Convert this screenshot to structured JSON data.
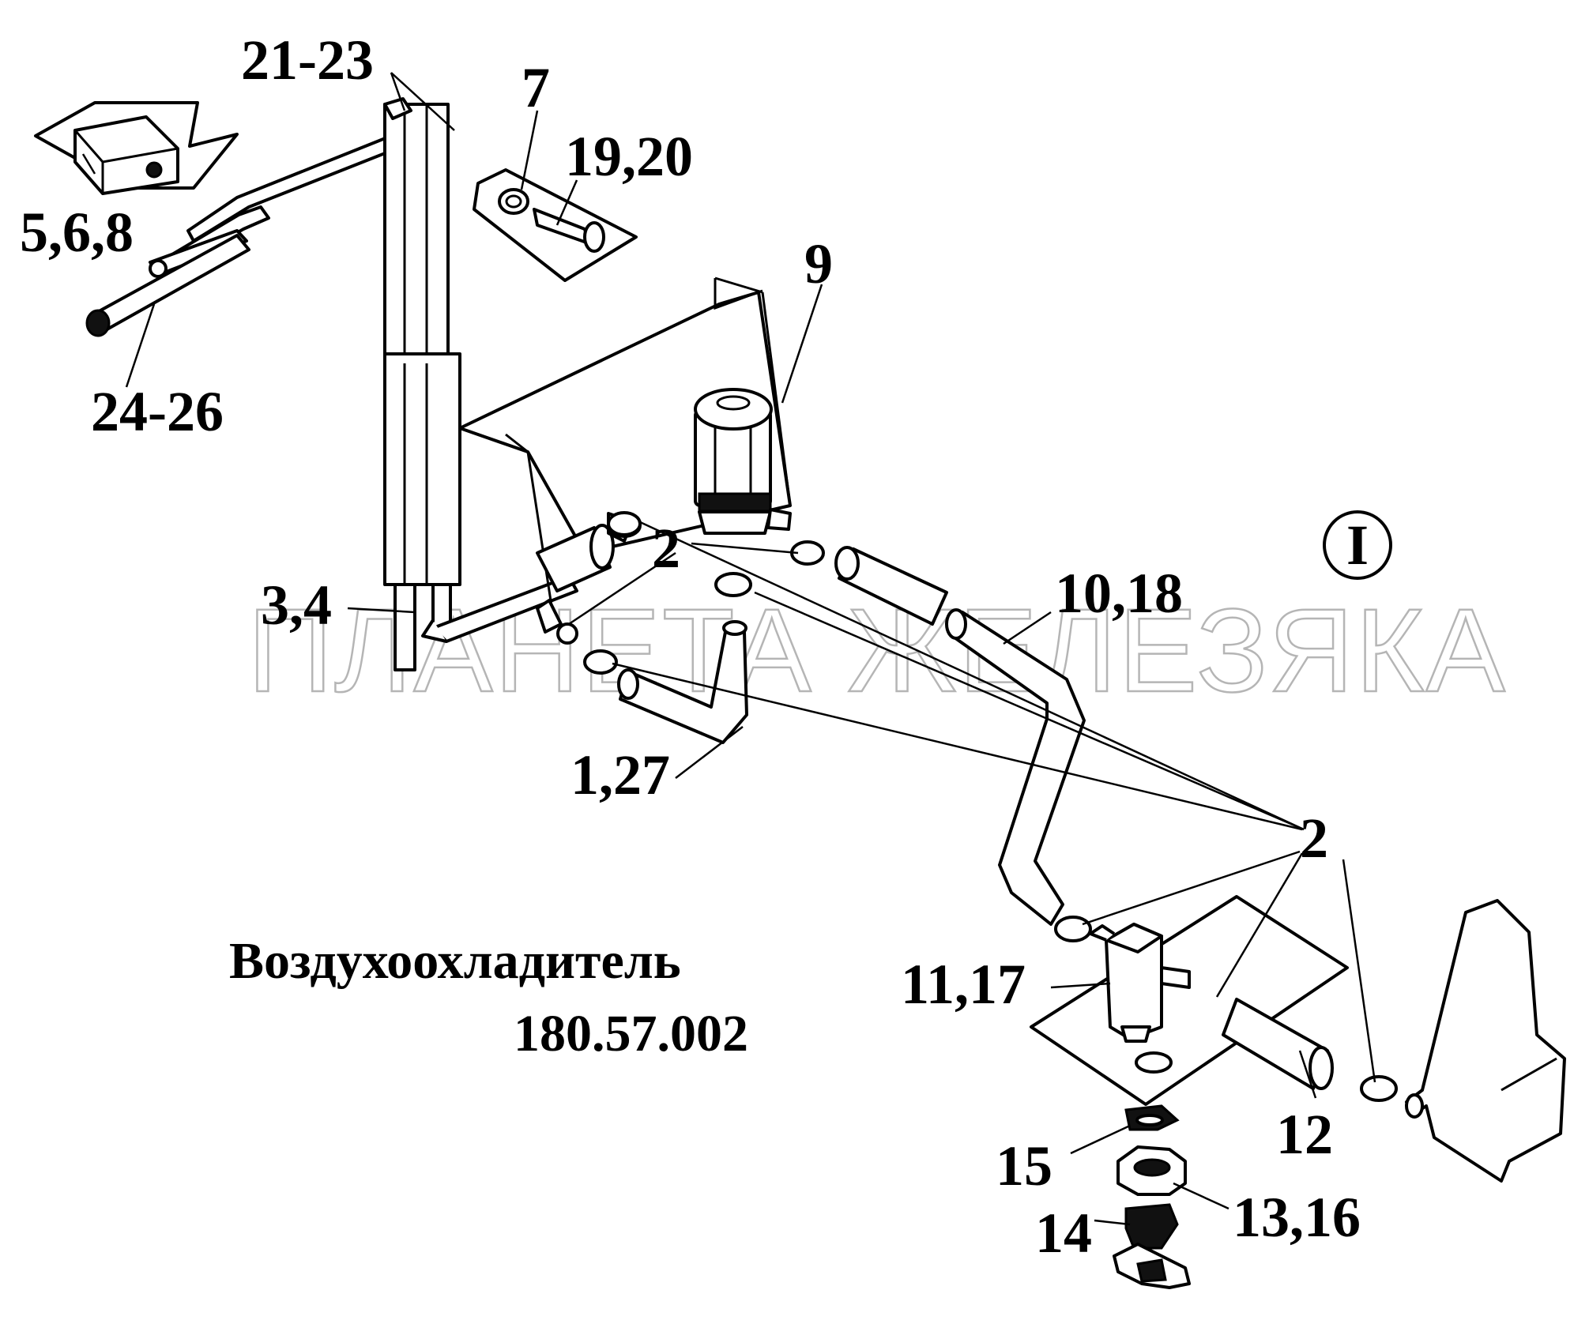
{
  "diagram": {
    "title_line1": "Воздухоохладитель",
    "title_line2": "180.57.002",
    "view_marker": "I",
    "watermark": "ПЛАНЕТА ЖЕЛЕЗЯКА",
    "callouts": {
      "c21_23": "21-23",
      "c7": "7",
      "c19_20": "19,20",
      "c5_6_8": "5,6,8",
      "c24_26": "24-26",
      "c9": "9",
      "c2_top": "2",
      "c10_18": "10,18",
      "c3_4": "3,4",
      "c1_27": "1,27",
      "c2_right": "2",
      "c11_17": "11,17",
      "c12": "12",
      "c15": "15",
      "c13_16": "13,16",
      "c14": "14"
    }
  }
}
